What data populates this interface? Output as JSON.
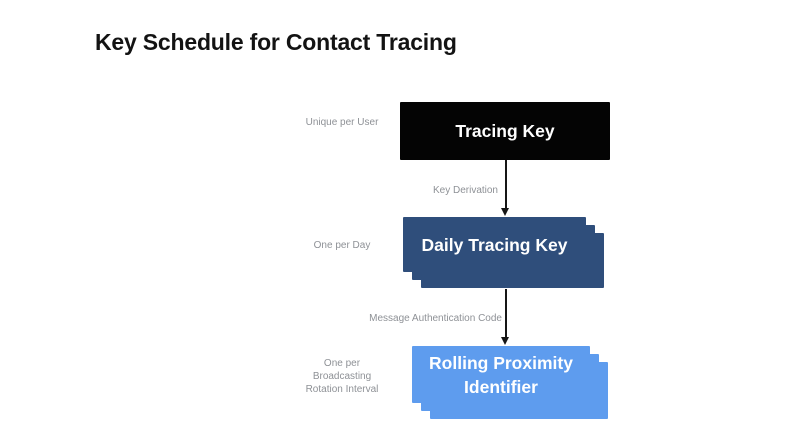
{
  "title": "Key Schedule for Contact Tracing",
  "colors": {
    "background": "#FFFFFF",
    "title_text": "#131313",
    "annotation_gray": "#8E9196",
    "arrow": "#161616",
    "node_text": "#FFFFFF"
  },
  "diagram": {
    "nodes": [
      {
        "id": "tracing-key",
        "label": "Tracing Key",
        "annotation": "Unique per User",
        "color": "#040404",
        "stacked": false
      },
      {
        "id": "daily-tracing-key",
        "label": "Daily Tracing Key",
        "annotation": "One per Day",
        "color": "#2F4E7B",
        "stacked": true
      },
      {
        "id": "rolling-proximity-identifier",
        "label": "Rolling Proximity Identifier",
        "annotation": "One per Broadcasting Rotation Interval",
        "color": "#5E9CEE",
        "stacked": true
      }
    ],
    "edges": [
      {
        "from": "tracing-key",
        "to": "daily-tracing-key",
        "label": "Key Derivation"
      },
      {
        "from": "daily-tracing-key",
        "to": "rolling-proximity-identifier",
        "label": "Message Authentication Code"
      }
    ]
  }
}
